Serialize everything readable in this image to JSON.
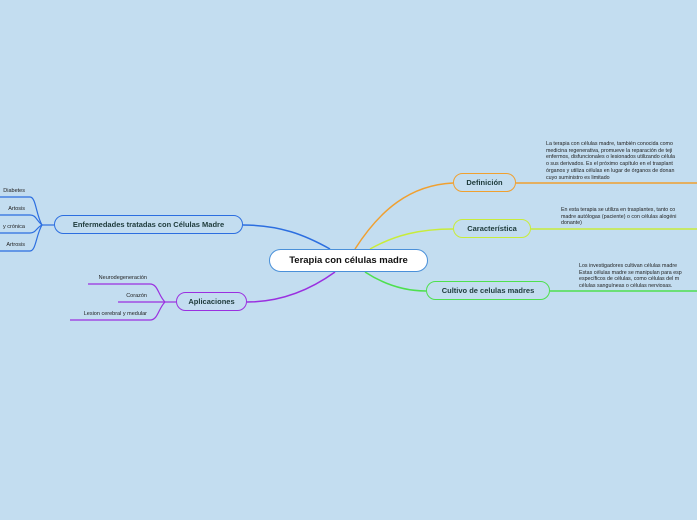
{
  "central": {
    "label": "Terapia con células madre",
    "color": "#4a90d9"
  },
  "branches": {
    "definicion": {
      "label": "Definición",
      "color": "#f0a030",
      "description": "La terapia con células madre, también conocida como\nmedicina regenerativa, promueve la reparación de teji\nenfermos, disfuncionales o lesionados utilizando célula\no sus derivados. Es el próximo capítulo en el trasplant\nórganos y utiliza células en lugar de órganos de donan\ncuyo suministro es limitado"
    },
    "caracteristica": {
      "label": "Característica",
      "color": "#c8ec3a",
      "description": "En esta terapia se utiliza en trasplantes, tanto co\nmadre autólogas (paciente) o con células alogéni\ndonante)"
    },
    "cultivo": {
      "label": "Cultivo de celulas madres",
      "color": "#4ee04e",
      "description": "Los investigadores cultivan células madre\nEstas células madre se manipulan para esp\nespecíficos de células, como células del m\ncélulas sanguíneas o células nerviosas."
    },
    "enfermedades": {
      "label": "Enfermedades tratadas con Células Madre",
      "color": "#2c6ee0",
      "items": [
        "Diabetes",
        "Artosis",
        "y crónica",
        "Artrosis"
      ]
    },
    "aplicaciones": {
      "label": "Aplicaciones",
      "color": "#9a30e0",
      "items": [
        "Neurodegeneración",
        "Corazón",
        "Lesion cerebral y medular"
      ]
    }
  }
}
